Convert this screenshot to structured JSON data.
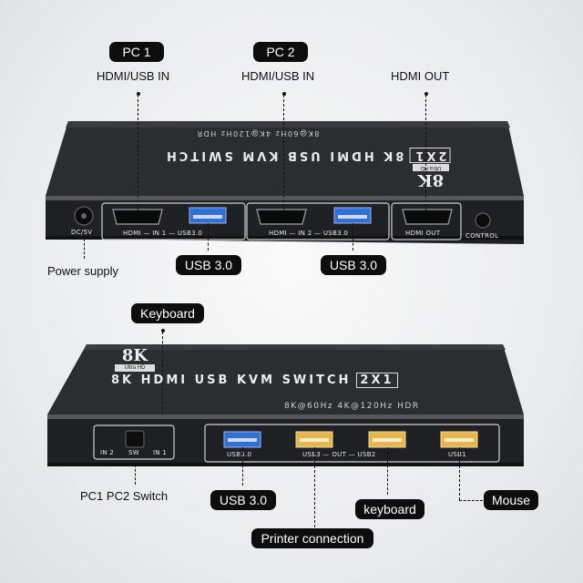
{
  "top_device": {
    "title": "8K HDMI USB KVM SWITCH",
    "title_badge": "2X1",
    "spec": "8K@60Hz 4K@120Hz HDR",
    "logo_main": "8K",
    "logo_sub": "Ultra HD",
    "ports": {
      "dc": "DC/5V",
      "in1": "HDMI — IN 1 — USB3.0",
      "in2": "HDMI — IN 2 — USB3.0",
      "out": "HDMI OUT",
      "control": "CONTROL"
    },
    "callouts": {
      "pc1": "PC 1",
      "pc1_sub": "HDMI/USB IN",
      "pc2": "PC 2",
      "pc2_sub": "HDMI/USB IN",
      "hdmi_out": "HDMI OUT",
      "power": "Power supply",
      "usb_a": "USB 3.0",
      "usb_b": "USB 3.0"
    }
  },
  "bottom_device": {
    "title": "8K HDMI USB KVM SWITCH",
    "title_badge": "2X1",
    "spec": "8K@60Hz 4K@120Hz HDR",
    "logo_main": "8K",
    "logo_sub": "Ultra HD",
    "ports": {
      "in2": "IN 2",
      "sw": "SW",
      "in1": "IN 1",
      "usb30": "USB3.0",
      "usb3_out": "USB3 — OUT — USB2",
      "usb1": "USB1"
    },
    "callouts": {
      "keyboard_top": "Keyboard",
      "switch": "PC1 PC2 Switch",
      "usb30": "USB 3.0",
      "keyboard": "keyboard",
      "mouse": "Mouse",
      "printer": "Printer connection"
    }
  },
  "colors": {
    "device_body": "#2a2b2e",
    "usb3_blue": "#2f6fd6",
    "usb2_yellow": "#e8b54a",
    "pill_bg": "#0d0d0d"
  }
}
